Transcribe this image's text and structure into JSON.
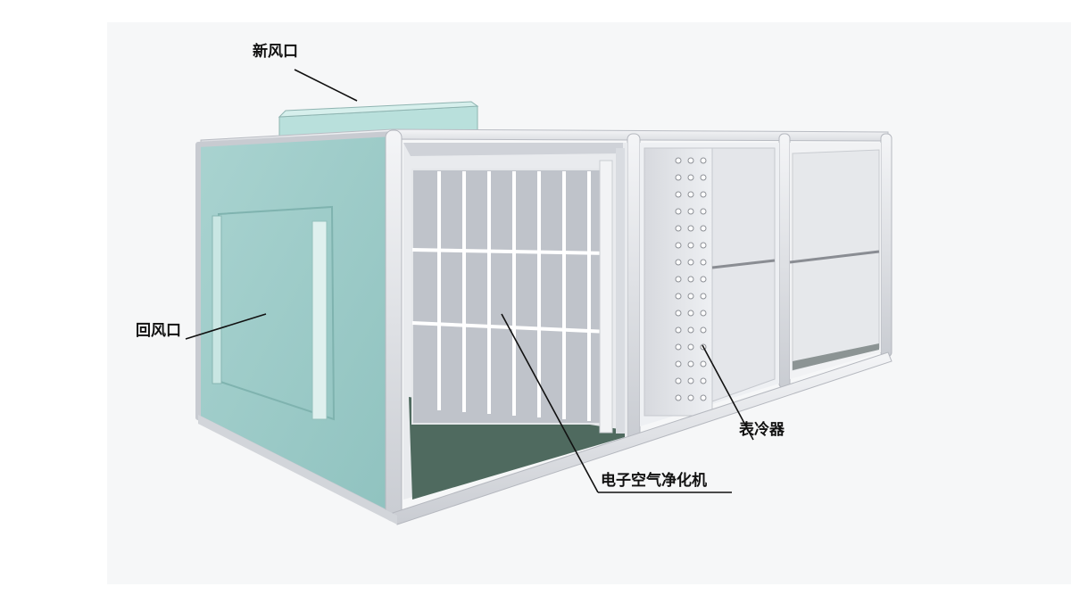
{
  "labels": {
    "fresh_air_inlet": "新风口",
    "return_air_inlet": "回风口",
    "surface_cooler": "表冷器",
    "electronic_air_purifier": "电子空气净化机"
  }
}
